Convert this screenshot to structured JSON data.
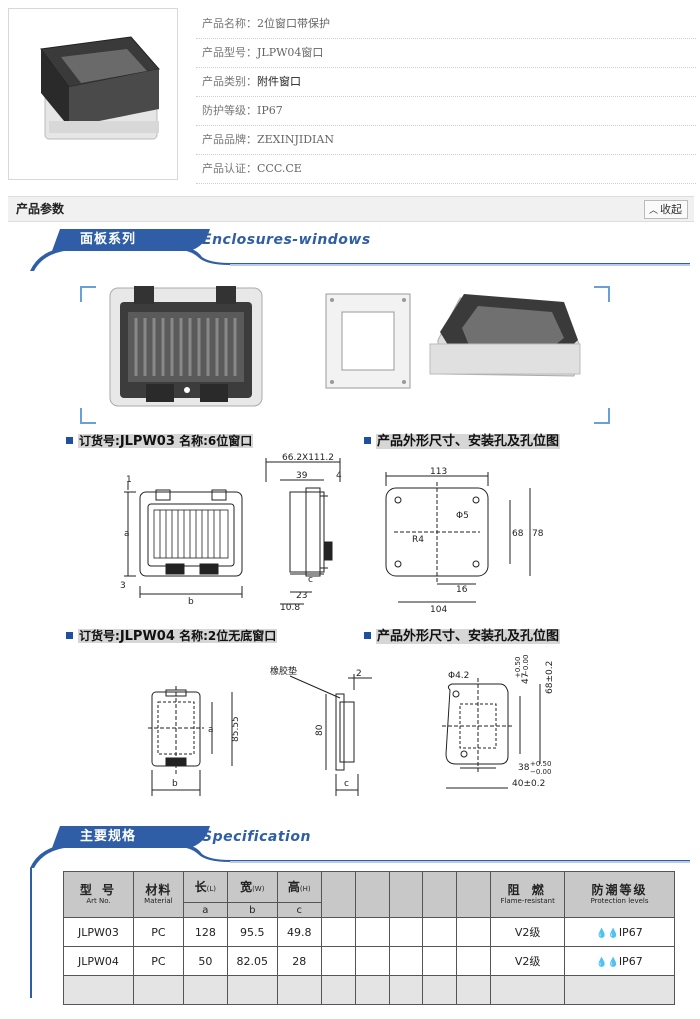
{
  "product": {
    "info": [
      {
        "label": "产品名称：",
        "value": "2位窗口带保护"
      },
      {
        "label": "产品型号：",
        "value": "JLPW04窗口"
      },
      {
        "label": "产品类别：",
        "value": "附件窗口"
      },
      {
        "label": "防护等级：",
        "value": "IP67"
      },
      {
        "label": "产品品牌：",
        "value": "ZEXINJIDIAN"
      },
      {
        "label": "产品认证：",
        "value": "CCC.CE"
      }
    ]
  },
  "params": {
    "title": "产品参数",
    "collapse_label": "收起"
  },
  "banner1": {
    "cn": "面板系列",
    "en": "Enclosures-windows"
  },
  "banner2": {
    "cn": "主要规格",
    "en": "Specification"
  },
  "sections": {
    "order1_prefix": "订货号:",
    "order1_code": "JLPW03",
    "order1_name_label": "名称:",
    "order1_name": "6位窗口",
    "dims_title": "产品外形尺寸、安装孔及孔位图",
    "order2_prefix": "订货号:",
    "order2_code": "JLPW04",
    "order2_name_label": "名称:",
    "order2_name": "2位无底窗口"
  },
  "dims": {
    "d1": "66.2X111.2",
    "d2": "39",
    "d3": "4",
    "d4": "a",
    "d5": "1",
    "d6": "3",
    "d7": "b",
    "d8": "c",
    "d9": "23",
    "d10": "10.8",
    "d11": "113",
    "d12": "Φ5",
    "d13": "R4",
    "d14": "68",
    "d15": "78",
    "d16": "16",
    "d17": "104",
    "d18": "橡胶垫",
    "d19": "2",
    "d20": "a",
    "d21": "85.55",
    "d22": "80",
    "d23": "b",
    "d24": "c",
    "d25": "Φ4.2",
    "d26": "47",
    "d27": "+0.50",
    "d28": "−0.00",
    "d29": "68±0.2",
    "d30": "38",
    "d31": "+0.50",
    "d32": "−0.00",
    "d33": "40±0.2"
  },
  "spec": {
    "headers": [
      {
        "main": "型 号",
        "sub": "Art No."
      },
      {
        "main": "材料",
        "sub": "Material"
      },
      {
        "main": "长",
        "unit": "(L)"
      },
      {
        "main": "宽",
        "unit": "(W)"
      },
      {
        "main": "高",
        "unit": "(H)"
      },
      {
        "main": "阻 燃",
        "sub": "Flame-resistant"
      },
      {
        "main": "防潮等级",
        "sub": "Protection levels"
      }
    ],
    "subheaders": [
      "a",
      "b",
      "c"
    ],
    "rows": [
      {
        "model": "JLPW03",
        "material": "PC",
        "l": "128",
        "w": "95.5",
        "h": "49.8",
        "flame": "V2级",
        "protection": "IP67"
      },
      {
        "model": "JLPW04",
        "material": "PC",
        "l": "50",
        "w": "82.05",
        "h": "28",
        "flame": "V2级",
        "protection": "IP67"
      }
    ]
  }
}
